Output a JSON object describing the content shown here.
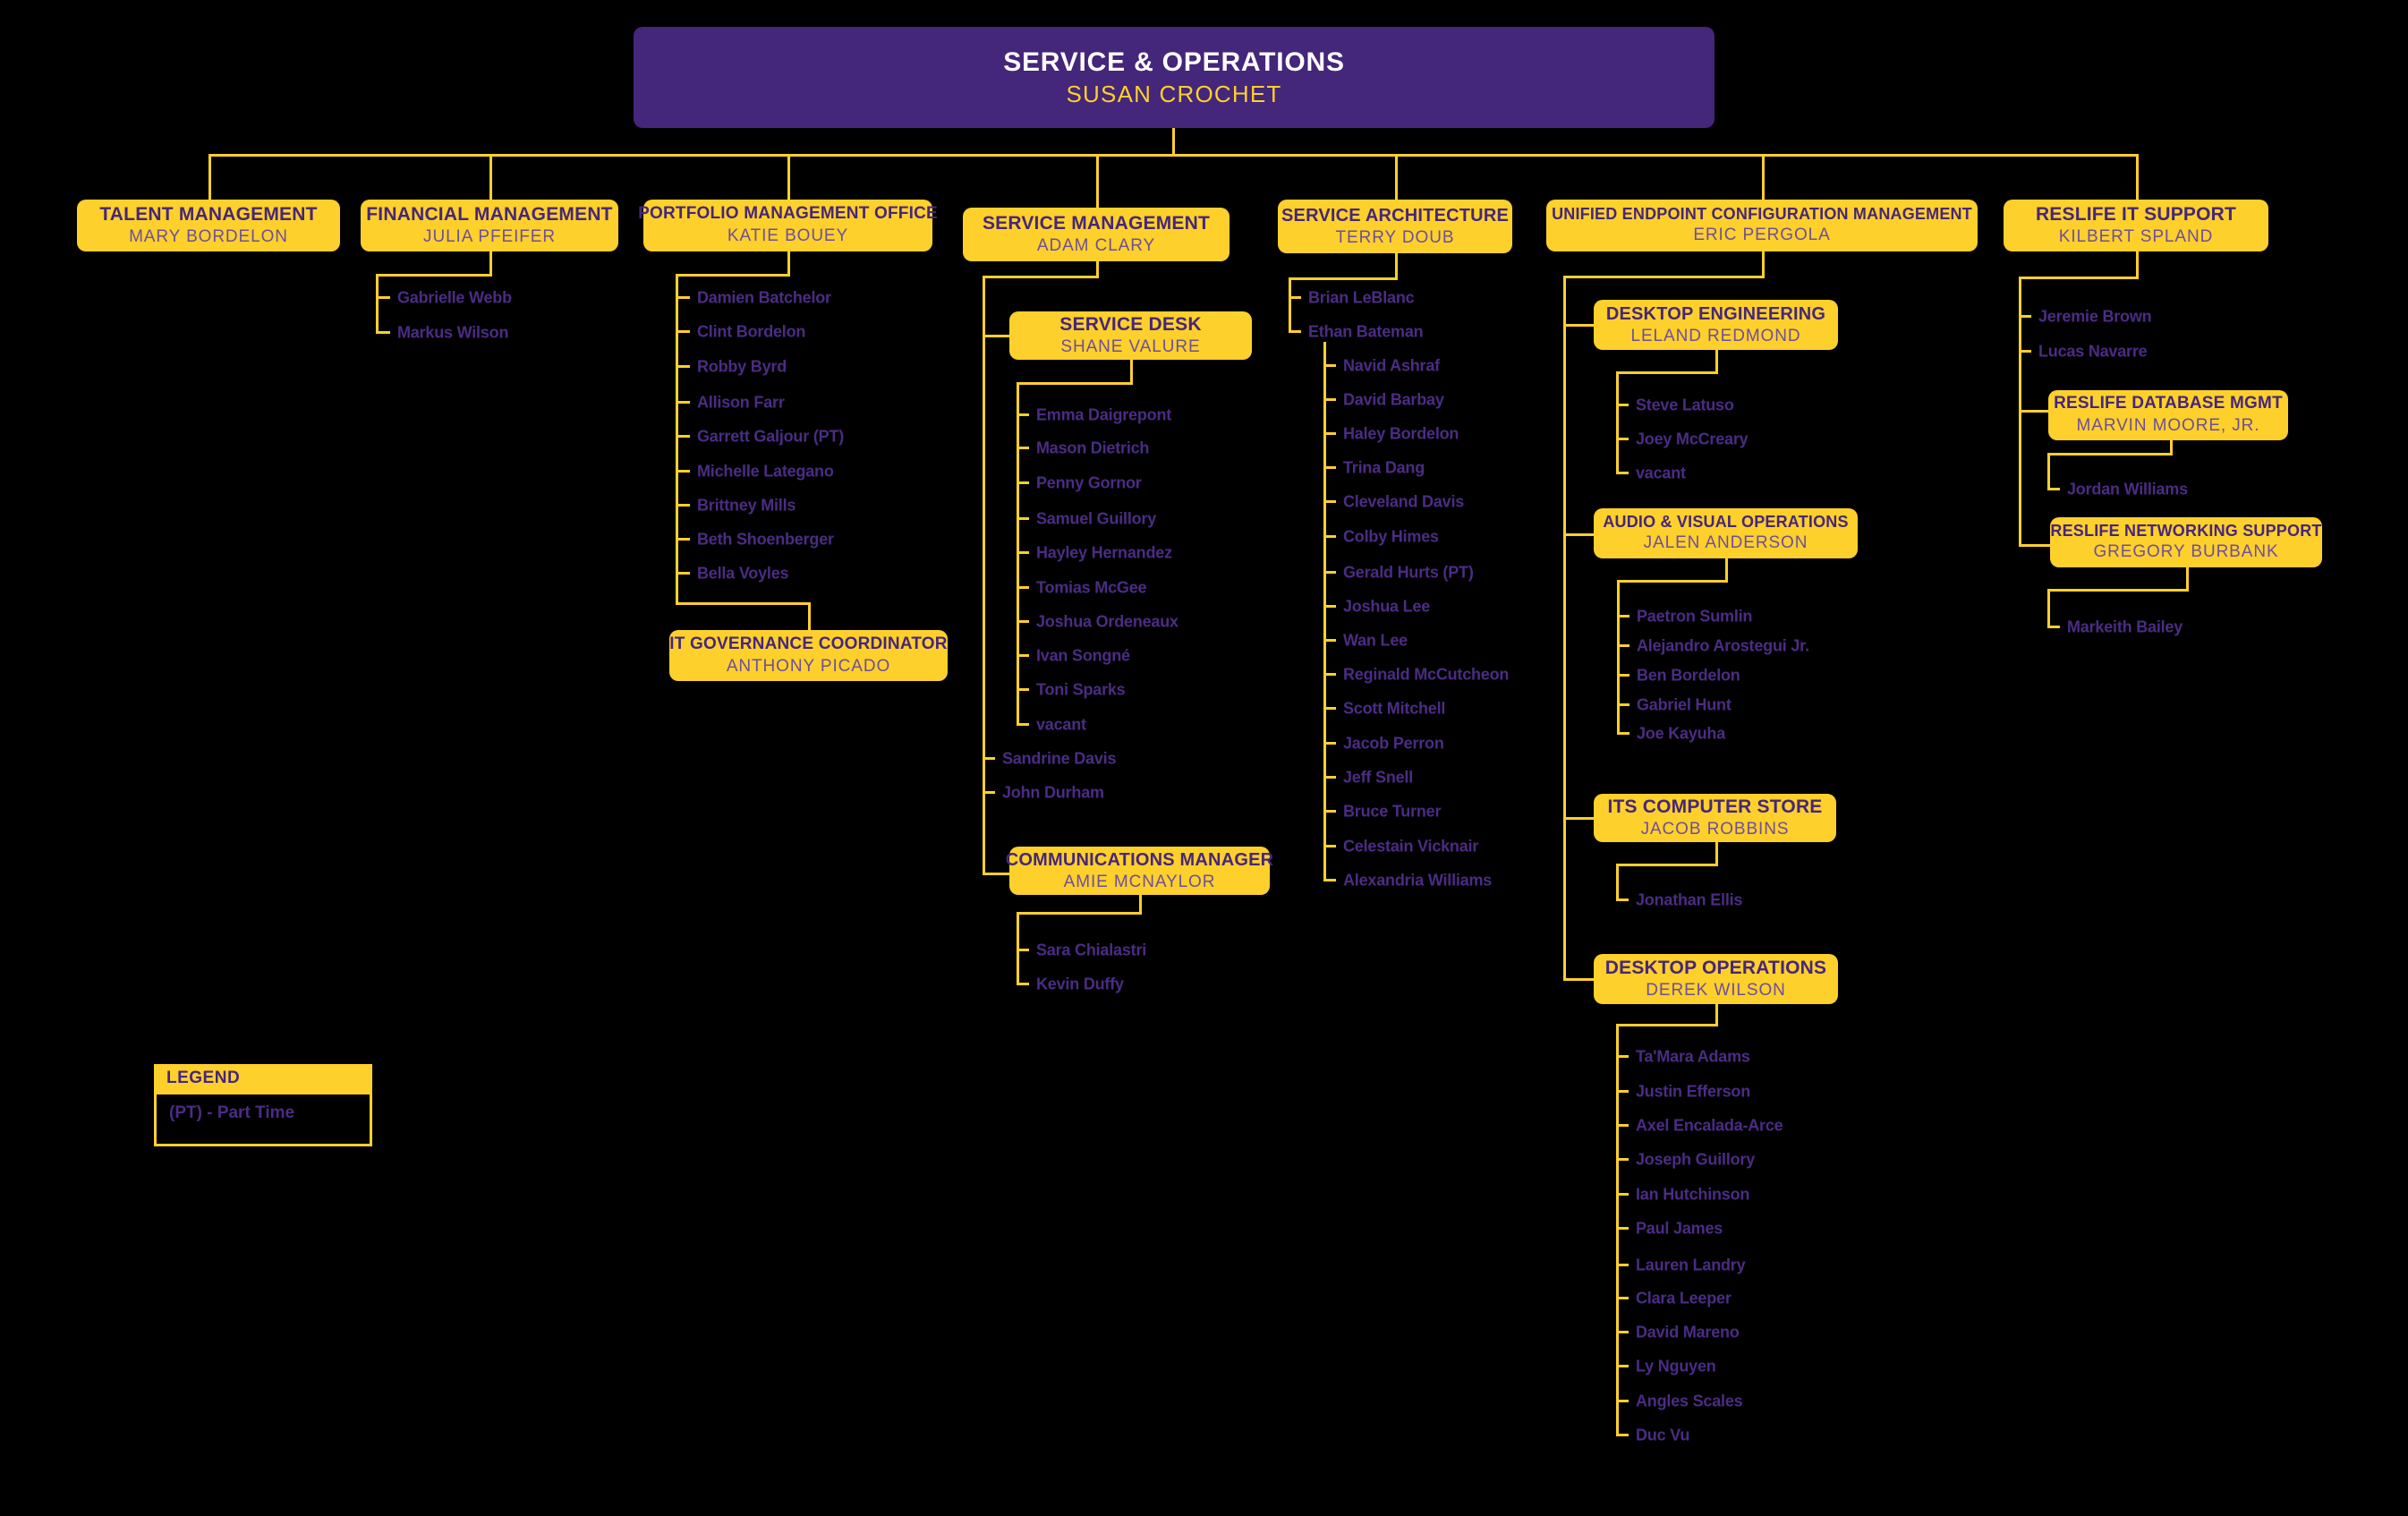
{
  "header": {
    "title": "SERVICE & OPERATIONS",
    "name": "SUSAN CROCHET"
  },
  "legend": {
    "title": "LEGEND",
    "note": "(PT) - Part Time"
  },
  "colors": {
    "background": "#000000",
    "gold": "#FDD02C",
    "purple": "#44267A",
    "box_title_text": "#46267B",
    "box_manager_text": "#6E4E9E",
    "staff_name_text": "#4B2C85",
    "header_title_text": "#FFFFFF"
  },
  "departments": {
    "talent": {
      "label": "TALENT MANAGEMENT",
      "manager": "MARY BORDELON"
    },
    "financial": {
      "label": "FINANCIAL MANAGEMENT",
      "manager": "JULIA PFEIFER",
      "staff": [
        "Gabrielle Webb",
        "Markus Wilson"
      ]
    },
    "portfolio": {
      "label": "PORTFOLIO MANAGEMENT OFFICE",
      "manager": "KATIE BOUEY",
      "staff": [
        "Damien Batchelor",
        "Clint Bordelon",
        "Robby Byrd",
        "Allison Farr",
        "Garrett Galjour (PT)",
        "Michelle Lategano",
        "Brittney Mills",
        "Beth Shoenberger",
        "Bella Voyles"
      ]
    },
    "itgov": {
      "label": "IT GOVERNANCE COORDINATOR",
      "manager": "ANTHONY PICADO"
    },
    "serviceMgmt": {
      "label": "SERVICE MANAGEMENT",
      "manager": "ADAM CLARY",
      "staff": [
        "Sandrine Davis",
        "John Durham"
      ]
    },
    "serviceDesk": {
      "label": "SERVICE DESK",
      "manager": "SHANE VALURE",
      "staff": [
        "Emma Daigrepont",
        "Mason Dietrich",
        "Penny Gornor",
        "Samuel Guillory",
        "Hayley Hernandez",
        "Tomias McGee",
        "Joshua Ordeneaux",
        "Ivan Songné",
        "Toni Sparks",
        "vacant"
      ]
    },
    "commMgr": {
      "label": "COMMUNICATIONS MANAGER",
      "manager": "AMIE MCNAYLOR",
      "staff": [
        "Sara Chialastri",
        "Kevin Duffy"
      ]
    },
    "serviceArch": {
      "label": "SERVICE ARCHITECTURE",
      "manager": "TERRY DOUB",
      "staff": [
        "Brian LeBlanc",
        "Ethan Bateman"
      ],
      "sub_team": [
        "Navid Ashraf",
        "David Barbay",
        "Haley Bordelon",
        "Trina Dang",
        "Cleveland Davis",
        "Colby Himes",
        "Gerald Hurts (PT)",
        "Joshua Lee",
        "Wan Lee",
        "Reginald McCutcheon",
        "Scott Mitchell",
        "Jacob Perron",
        "Jeff Snell",
        "Bruce Turner",
        "Celestain Vicknair",
        "Alexandria Williams"
      ]
    },
    "uecm": {
      "label": "UNIFIED ENDPOINT CONFIGURATION MANAGEMENT",
      "manager": "ERIC PERGOLA"
    },
    "desktopEng": {
      "label": "DESKTOP ENGINEERING",
      "manager": "LELAND REDMOND",
      "staff": [
        "Steve Latuso",
        "Joey McCreary",
        "vacant"
      ]
    },
    "avOps": {
      "label": "AUDIO & VISUAL OPERATIONS",
      "manager": "JALEN ANDERSON",
      "staff": [
        "Paetron Sumlin",
        "Alejandro Arostegui Jr.",
        "Ben Bordelon",
        "Gabriel Hunt",
        "Joe Kayuha"
      ]
    },
    "computerStore": {
      "label": "ITS COMPUTER STORE",
      "manager": "JACOB ROBBINS",
      "staff": [
        "Jonathan Ellis"
      ]
    },
    "desktopOps": {
      "label": "DESKTOP OPERATIONS",
      "manager": "DEREK WILSON",
      "staff": [
        "Ta'Mara Adams",
        "Justin Efferson",
        "Axel Encalada-Arce",
        "Joseph Guillory",
        "Ian Hutchinson",
        "Paul James",
        "Lauren Landry",
        "Clara Leeper",
        "David Mareno",
        "Ly Nguyen",
        "Angles Scales",
        "Duc Vu"
      ]
    },
    "reslife": {
      "label": "RESLIFE IT SUPPORT",
      "manager": "KILBERT SPLAND",
      "staff": [
        "Jeremie Brown",
        "Lucas Navarre"
      ]
    },
    "reslifeDb": {
      "label": "RESLIFE DATABASE MGMT",
      "manager": "MARVIN MOORE, JR.",
      "staff": [
        "Jordan Williams"
      ]
    },
    "reslifeNet": {
      "label": "RESLIFE NETWORKING SUPPORT",
      "manager": "GREGORY BURBANK",
      "staff": [
        "Markeith Bailey"
      ]
    }
  }
}
